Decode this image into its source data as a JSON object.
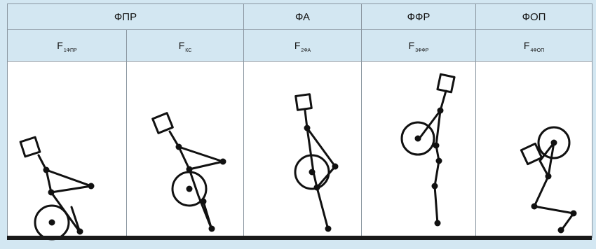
{
  "table": {
    "header_row": [
      {
        "label": "ФПР"
      },
      {
        "label": "ФА"
      },
      {
        "label": "ФФР"
      },
      {
        "label": "ФОП"
      }
    ],
    "sub_row": [
      {
        "main": "F",
        "sub": "1ФПР"
      },
      {
        "main": "F",
        "sub": "КС"
      },
      {
        "main": "F",
        "sub": "2ФА"
      },
      {
        "main": "F",
        "sub": "3ФФР"
      },
      {
        "main": "F",
        "sub": "4ФОП"
      }
    ]
  },
  "colors": {
    "header_bg": "#d3e7f2",
    "ink": "#111111",
    "ground": "#1a1a1a"
  }
}
